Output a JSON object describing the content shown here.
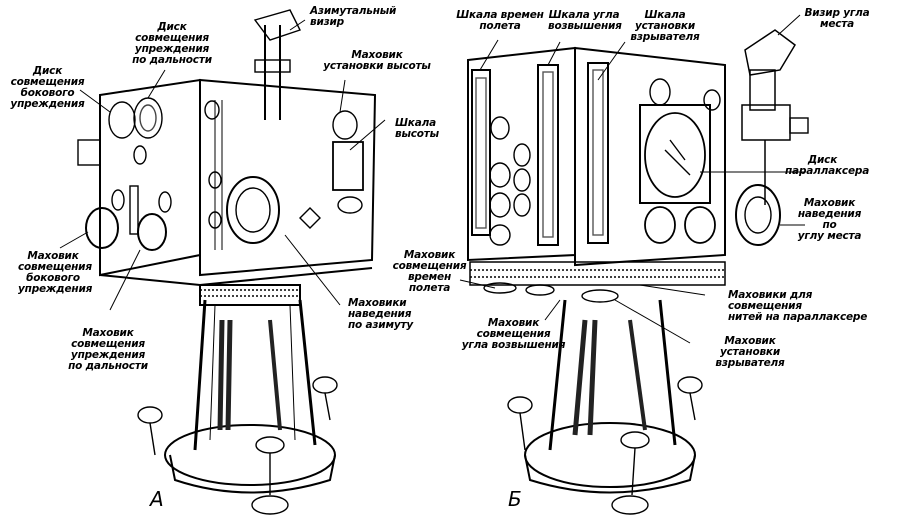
{
  "figure": {
    "views": [
      {
        "id": "A",
        "caption": "А",
        "labels": [
          {
            "key": "disk-lead-range",
            "text": "Диск\nсовмещения\nупреждения\nпо дальности"
          },
          {
            "key": "disk-lateral-lead",
            "text": "Диск\nсовмещения\nбокового\nупреждения"
          },
          {
            "key": "azimuth-sight",
            "text": "Азимутальный\nвизир"
          },
          {
            "key": "height-handwheel",
            "text": "Маховик\nустановки высоты"
          },
          {
            "key": "height-scale",
            "text": "Шкала\nвысоты"
          },
          {
            "key": "lateral-lead-handwheel",
            "text": "Маховик\nсовмещения\nбокового\nупреждения"
          },
          {
            "key": "range-lead-handwheel",
            "text": "Маховик\nсовмещения\nупреждения\nпо дальности"
          },
          {
            "key": "azimuth-handwheels",
            "text": "Маховики\nнаведения\nпо азимуту"
          }
        ]
      },
      {
        "id": "B",
        "caption": "Б",
        "labels": [
          {
            "key": "flight-time-scale",
            "text": "Шкала времен\nполета"
          },
          {
            "key": "elevation-angle-scale",
            "text": "Шкала угла\nвозвышения"
          },
          {
            "key": "fuze-scale",
            "text": "Шкала установки\nвзрывателя"
          },
          {
            "key": "site-angle-sight",
            "text": "Визир угла\nместа"
          },
          {
            "key": "parallax-disk",
            "text": "Диск\nпараллаксера"
          },
          {
            "key": "site-angle-handwheel",
            "text": "Маховик\nнаведения по\nуглу места"
          },
          {
            "key": "flight-time-handwheel",
            "text": "Маховик\nсовмещения\nвремен полета"
          },
          {
            "key": "parallax-thread-handwheels",
            "text": "Маховики для совмещения\nнитей на параллаксере"
          },
          {
            "key": "elevation-handwheel",
            "text": "Маховик совмещения\nугла возвышения"
          },
          {
            "key": "fuze-handwheel",
            "text": "Маховик установки\nвзрывателя"
          }
        ]
      }
    ]
  }
}
